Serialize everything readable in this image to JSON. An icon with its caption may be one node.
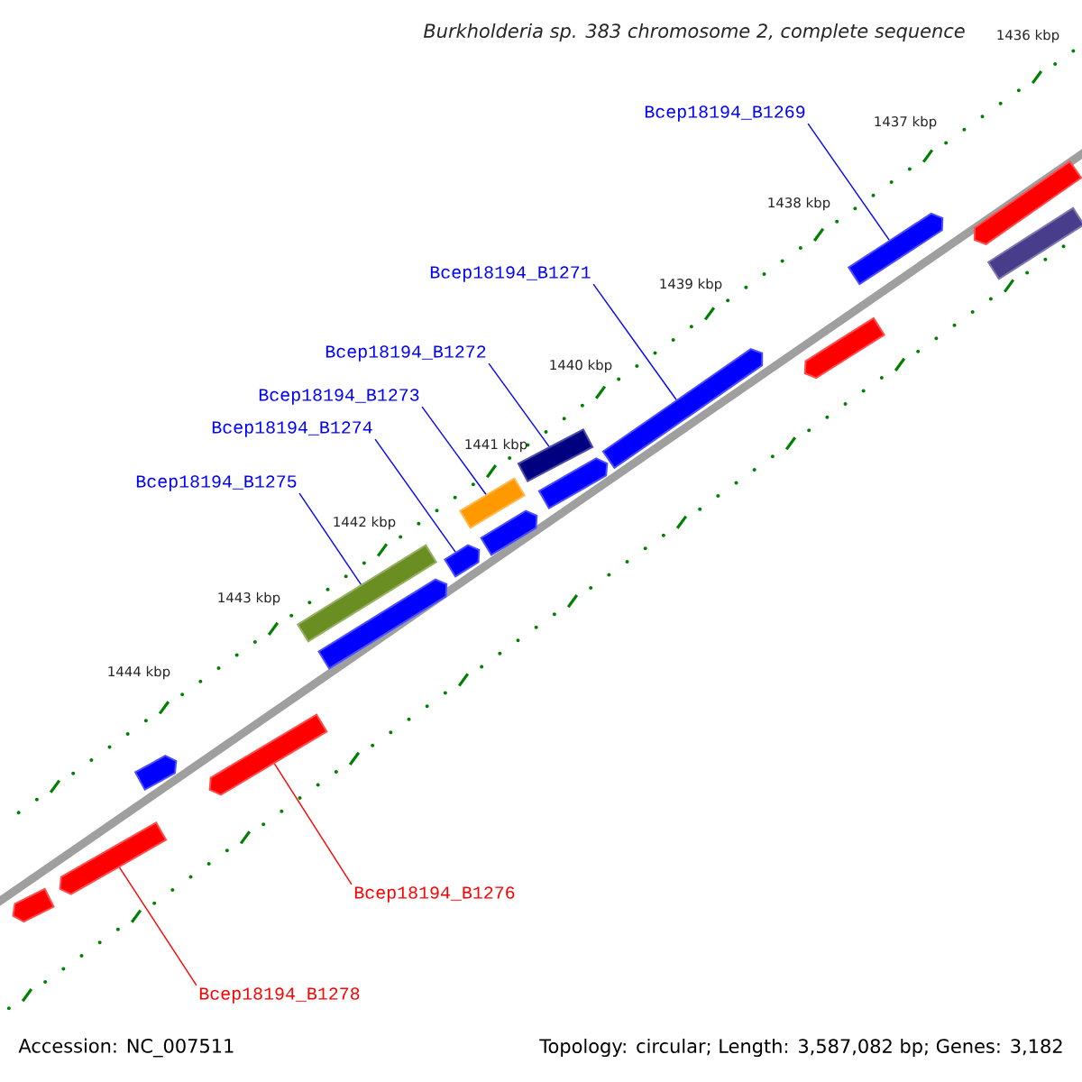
{
  "diagram": {
    "title": "Burkholderia sp. 383 chromosome 2, complete sequence",
    "nodes": [
      {
        "text": [
          "Bcep18194_B1269"
        ]
      },
      {
        "text": [
          "Bcep18194_B1271"
        ]
      },
      {
        "text": [
          "Bcep18194_B1272"
        ]
      },
      {
        "text": [
          "Bcep18194_B1273"
        ]
      },
      {
        "text": [
          "Bcep18194_B1274"
        ]
      },
      {
        "text": [
          "Bcep18194_B1275"
        ]
      },
      {
        "text": [
          "Bcep18194_B1276"
        ]
      },
      {
        "text": [
          "Bcep18194_B1278"
        ]
      },
      {
        "text": [],
        "shape": "pentagon"
      },
      {
        "text": [],
        "shape": "pentagon"
      },
      {
        "text": [],
        "shape": "bar"
      },
      {
        "text": [],
        "shape": "pentagon"
      },
      {
        "text": [],
        "shape": "bar"
      },
      {
        "text": [],
        "shape": "pentagon"
      },
      {
        "text": [],
        "shape": "pentagon"
      },
      {
        "text": [],
        "shape": "bar"
      },
      {
        "text": [],
        "shape": "pentagon"
      },
      {
        "text": [],
        "shape": "pentagon"
      },
      {
        "text": [],
        "shape": "pentagon"
      },
      {
        "text": [],
        "shape": "bar"
      },
      {
        "text": [],
        "shape": "pentagon"
      },
      {
        "text": [],
        "shape": "pentagon"
      },
      {
        "text": [],
        "shape": "pentagon"
      },
      {
        "text": [],
        "shape": "pentagon"
      }
    ],
    "edges": [
      {
        "from": 0,
        "to": 8,
        "arrow": "none"
      },
      {
        "from": 1,
        "to": 9,
        "arrow": "none"
      },
      {
        "from": 2,
        "to": 10,
        "arrow": "none"
      },
      {
        "from": 3,
        "to": 12,
        "arrow": "none"
      },
      {
        "from": 4,
        "to": 14,
        "arrow": "none"
      },
      {
        "from": 5,
        "to": 15,
        "arrow": "none"
      },
      {
        "from": 6,
        "to": 21,
        "arrow": "none",
        "color": "#ff0000"
      },
      {
        "from": 7,
        "to": 22,
        "arrow": "none",
        "color": "#ff0000"
      }
    ],
    "labels": [
      "1436 kbp",
      "1437 kbp",
      "1438 kbp",
      "1439 kbp",
      "1440 kbp",
      "1441 kbp",
      "1442 kbp",
      "1443 kbp",
      "1444 kbp",
      "Accession: NC_007511",
      "Topology: circular; Length: 3,587,082 bp; Genes: 3,182"
    ]
  }
}
